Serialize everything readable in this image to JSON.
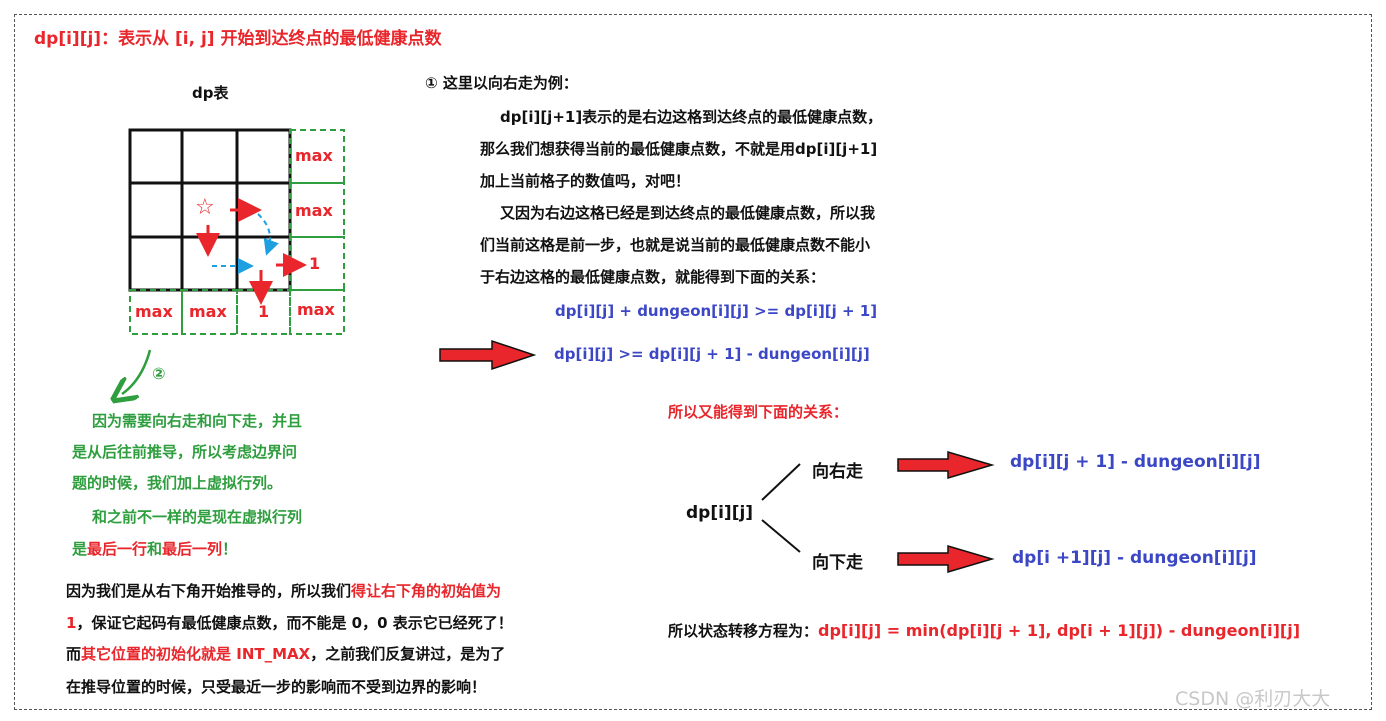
{
  "title": "dp[i][j]：表示从 [i, j] 开始到达终点的最低健康点数",
  "table": {
    "label": "dp表",
    "right_column": [
      "max",
      "max",
      "1"
    ],
    "bottom_row": [
      "max",
      "max",
      "1",
      "max"
    ],
    "star": "☆",
    "step_label": "②"
  },
  "green_note": [
    "因为需要向右走和向下走，并且",
    "是从后往前推导，所以考虑边界问",
    "题的时候，我们加上虚拟行列。",
    "和之前不一样的是现在虚拟行列",
    "是",
    "最后一行",
    "和",
    "最后一列",
    "！"
  ],
  "black_note": {
    "l1a": "因为我们是从右下角开始推导的，所以我们",
    "l1b": "得让右下角的初始值为",
    "l2a": "1",
    "l2b": "，保证它起码有最低健康点数，而不能是 0，0 表示它已经死了！",
    "l3a": "而",
    "l3b": "其它位置的初始化就是 INT_MAX",
    "l3c": "，之前我们反复讲过，是为了",
    "l4": "在推导位置的时候，只受最近一步的影响而不受到边界的影响！"
  },
  "right_explain": {
    "heading": "① 这里以向右走为例：",
    "lines": [
      "dp[i][j+1]表示的是右边这格到达终点的最低健康点数，",
      "那么我们想获得当前的最低健康点数，不就是用dp[i][j+1]",
      "加上当前格子的数值吗，对吧！",
      "又因为右边这格已经是到达终点的最低健康点数，所以我",
      "们当前这格是前一步，也就是说当前的最低健康点数不能小",
      "于右边这格的最低健康点数，就能得到下面的关系："
    ],
    "eq1": "dp[i][j] + dungeon[i][j] >= dp[i][j + 1]",
    "eq2": "dp[i][j] >= dp[i][j + 1] - dungeon[i][j]"
  },
  "relation": {
    "heading": "所以又能得到下面的关系：",
    "root": "dp[i][j]",
    "right_label": "向右走",
    "down_label": "向下走",
    "right_expr": "dp[i][j + 1] - dungeon[i][j]",
    "down_expr": "dp[i +1][j] - dungeon[i][j]"
  },
  "transition": {
    "label": "所以状态转移方程为：",
    "formula": "dp[i][j] = min(dp[i][j + 1], dp[i + 1][j]) - dungeon[i][j]"
  },
  "watermark": "CSDN @利刃大大",
  "colors": {
    "red": "#e8262b",
    "blue": "#3c47c6",
    "green": "#2e9e3e",
    "cyan": "#1ea0e0"
  }
}
